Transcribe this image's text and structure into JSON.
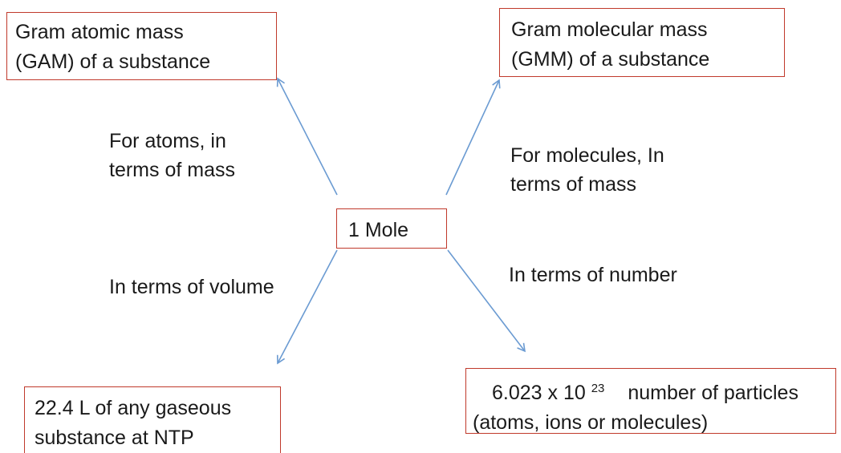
{
  "center": {
    "label": "1 Mole"
  },
  "nodes": {
    "top_left": {
      "line1": "Gram atomic mass",
      "line2": "(GAM) of a substance"
    },
    "top_right": {
      "line1": "Gram molecular mass",
      "line2": "(GMM) of a substance"
    },
    "bottom_left": {
      "line1": "22.4 L of any gaseous",
      "line2": "substance at NTP"
    },
    "bottom_right": {
      "mantissa": "6.023 x 10",
      "exponent": "23",
      "rest": "number of particles",
      "line2": "(atoms, ions or molecules)"
    }
  },
  "edge_labels": {
    "top_left": {
      "line1": "For atoms, in",
      "line2": "terms of mass"
    },
    "top_right": {
      "line1": "For molecules, In",
      "line2": "terms of mass"
    },
    "bottom_left": {
      "line1": "In terms of volume"
    },
    "bottom_right": {
      "line1": "In terms of number"
    }
  },
  "colors": {
    "box_border": "#c0392b",
    "arrow": "#6b9bd2",
    "text": "#1a1a1a"
  }
}
